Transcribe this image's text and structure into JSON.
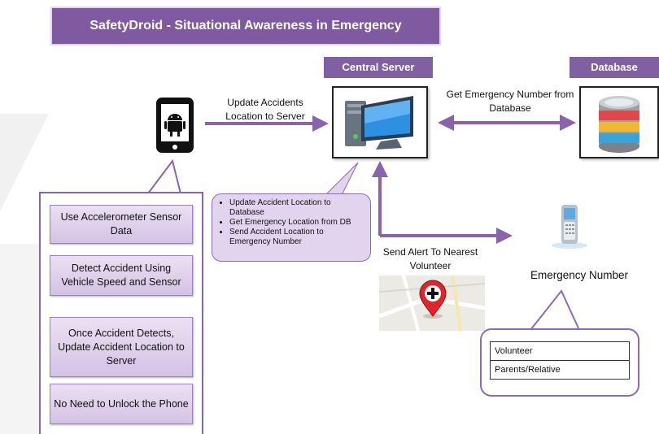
{
  "title": "SafetyDroid - Situational Awareness in  Emergency",
  "server": {
    "header": "Central Server",
    "icon": "computer-icon"
  },
  "database": {
    "header": "Database",
    "icon": "database-icon"
  },
  "phone": {
    "icon": "android-phone-icon"
  },
  "arrows": {
    "phone_to_server": "Update Accidents Location to Server",
    "server_database": "Get Emergency Number from Database",
    "server_to_emergency": "Send Alert To Nearest Volunteer"
  },
  "server_tasks": [
    "Update Accident Location to Database",
    "Get Emergency Location from DB",
    "Send Accident Location to Emergency Number"
  ],
  "phone_steps": [
    "Use Accelerometer Sensor Data",
    "Detect Accident Using Vehicle Speed and Sensor",
    "Once Accident Detects, Update Accident Location to Server",
    "No Need to Unlock the Phone"
  ],
  "emergency": {
    "label": "Emergency Number",
    "icon": "mobile-phone-icon",
    "contacts": [
      "Volunteer",
      "Parents/Relative"
    ]
  },
  "map": {
    "icon": "map-pin-icon"
  },
  "colors": {
    "title_band": "#7f5aa0",
    "header": "#8060a2",
    "arrow": "#8a64ab",
    "step_fill": "#ddd0ea",
    "callout_fill": "#e2d4ef"
  }
}
